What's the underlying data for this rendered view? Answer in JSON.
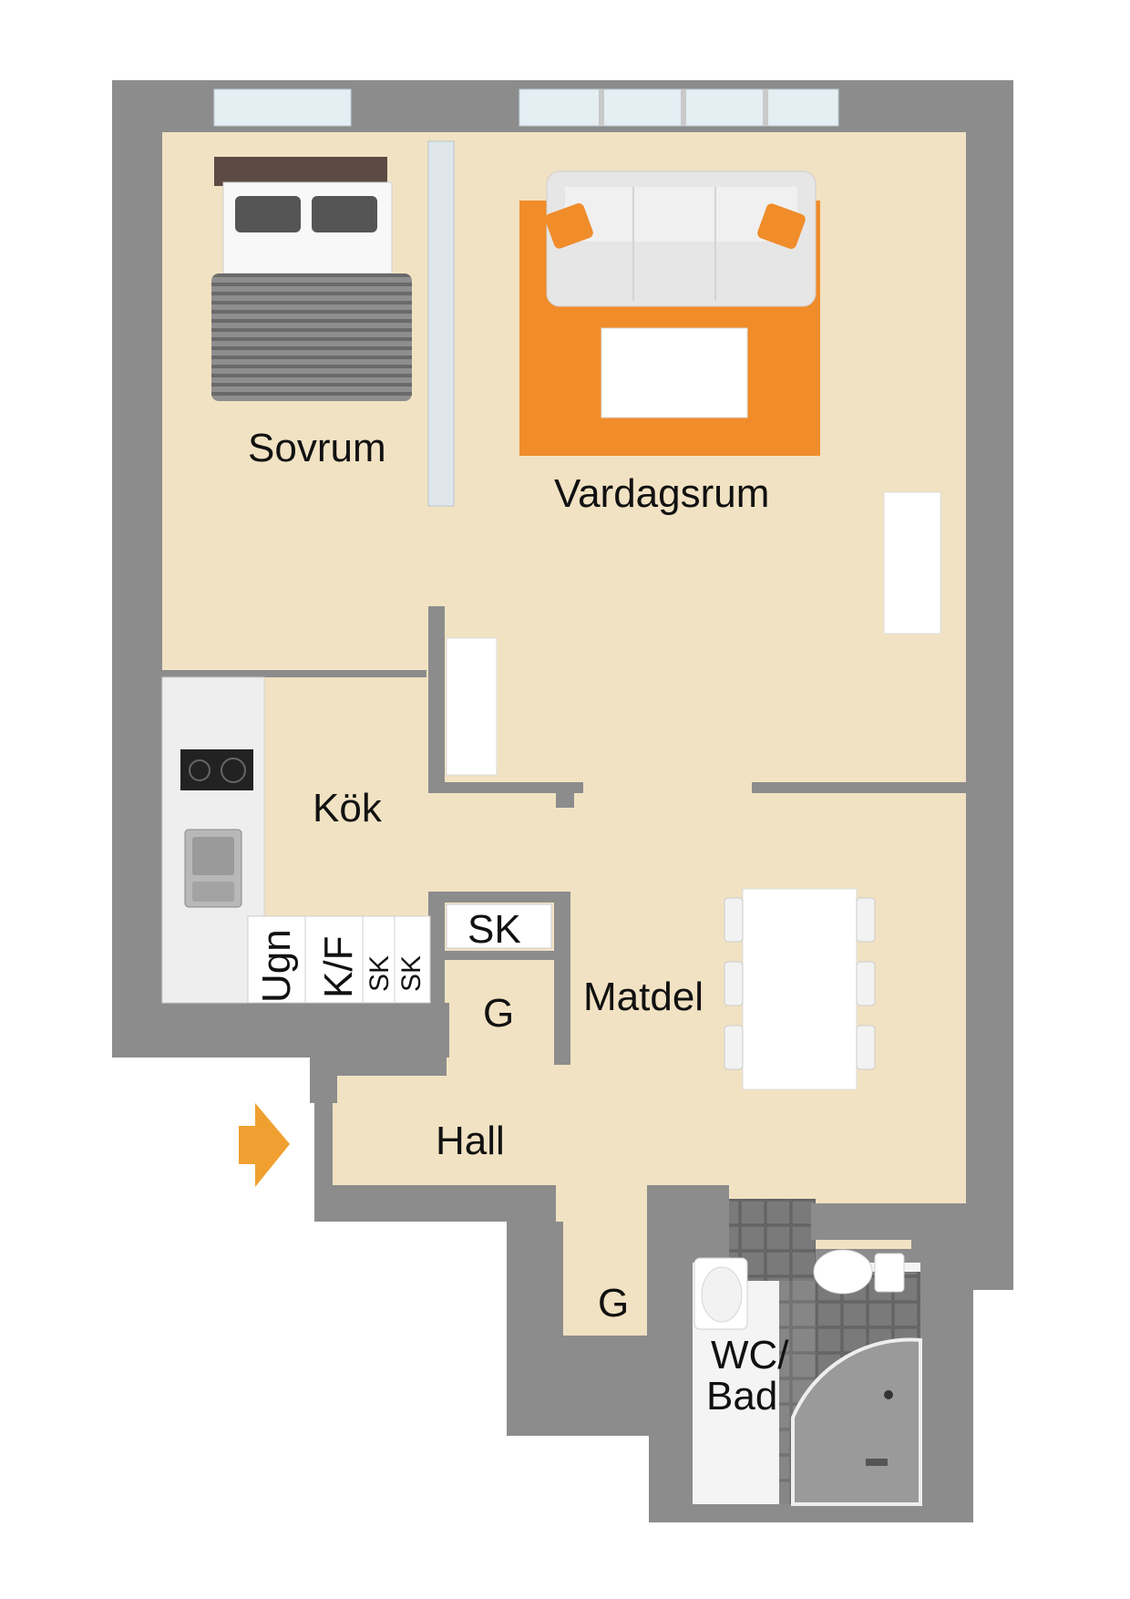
{
  "floorplan": {
    "rooms": {
      "sovrum": "Sovrum",
      "vardagsrum": "Vardagsrum",
      "kok": "Kök",
      "matdel": "Matdel",
      "hall": "Hall",
      "g_closet_upper": "G",
      "g_closet_lower": "G",
      "wc_bad_line1": "WC/",
      "wc_bad_line2": "Bad"
    },
    "fixtures": {
      "sk_closet": "SK",
      "ugn": "Ugn",
      "kf": "K/F",
      "sk1": "SK",
      "sk2": "SK"
    },
    "colors": {
      "wall": "#8c8c8c",
      "floor": "#f1e2c3",
      "rug": "#f08c2a",
      "entrance_arrow": "#f0a030",
      "tile": "#6b6b6b"
    },
    "icons": [
      "bed-icon",
      "sofa-icon",
      "rug-icon",
      "coffee-table-icon",
      "dining-table-icon",
      "chair-icon",
      "stove-icon",
      "sink-icon",
      "toilet-icon",
      "washbasin-icon",
      "shower-icon",
      "entrance-arrow-icon"
    ]
  }
}
